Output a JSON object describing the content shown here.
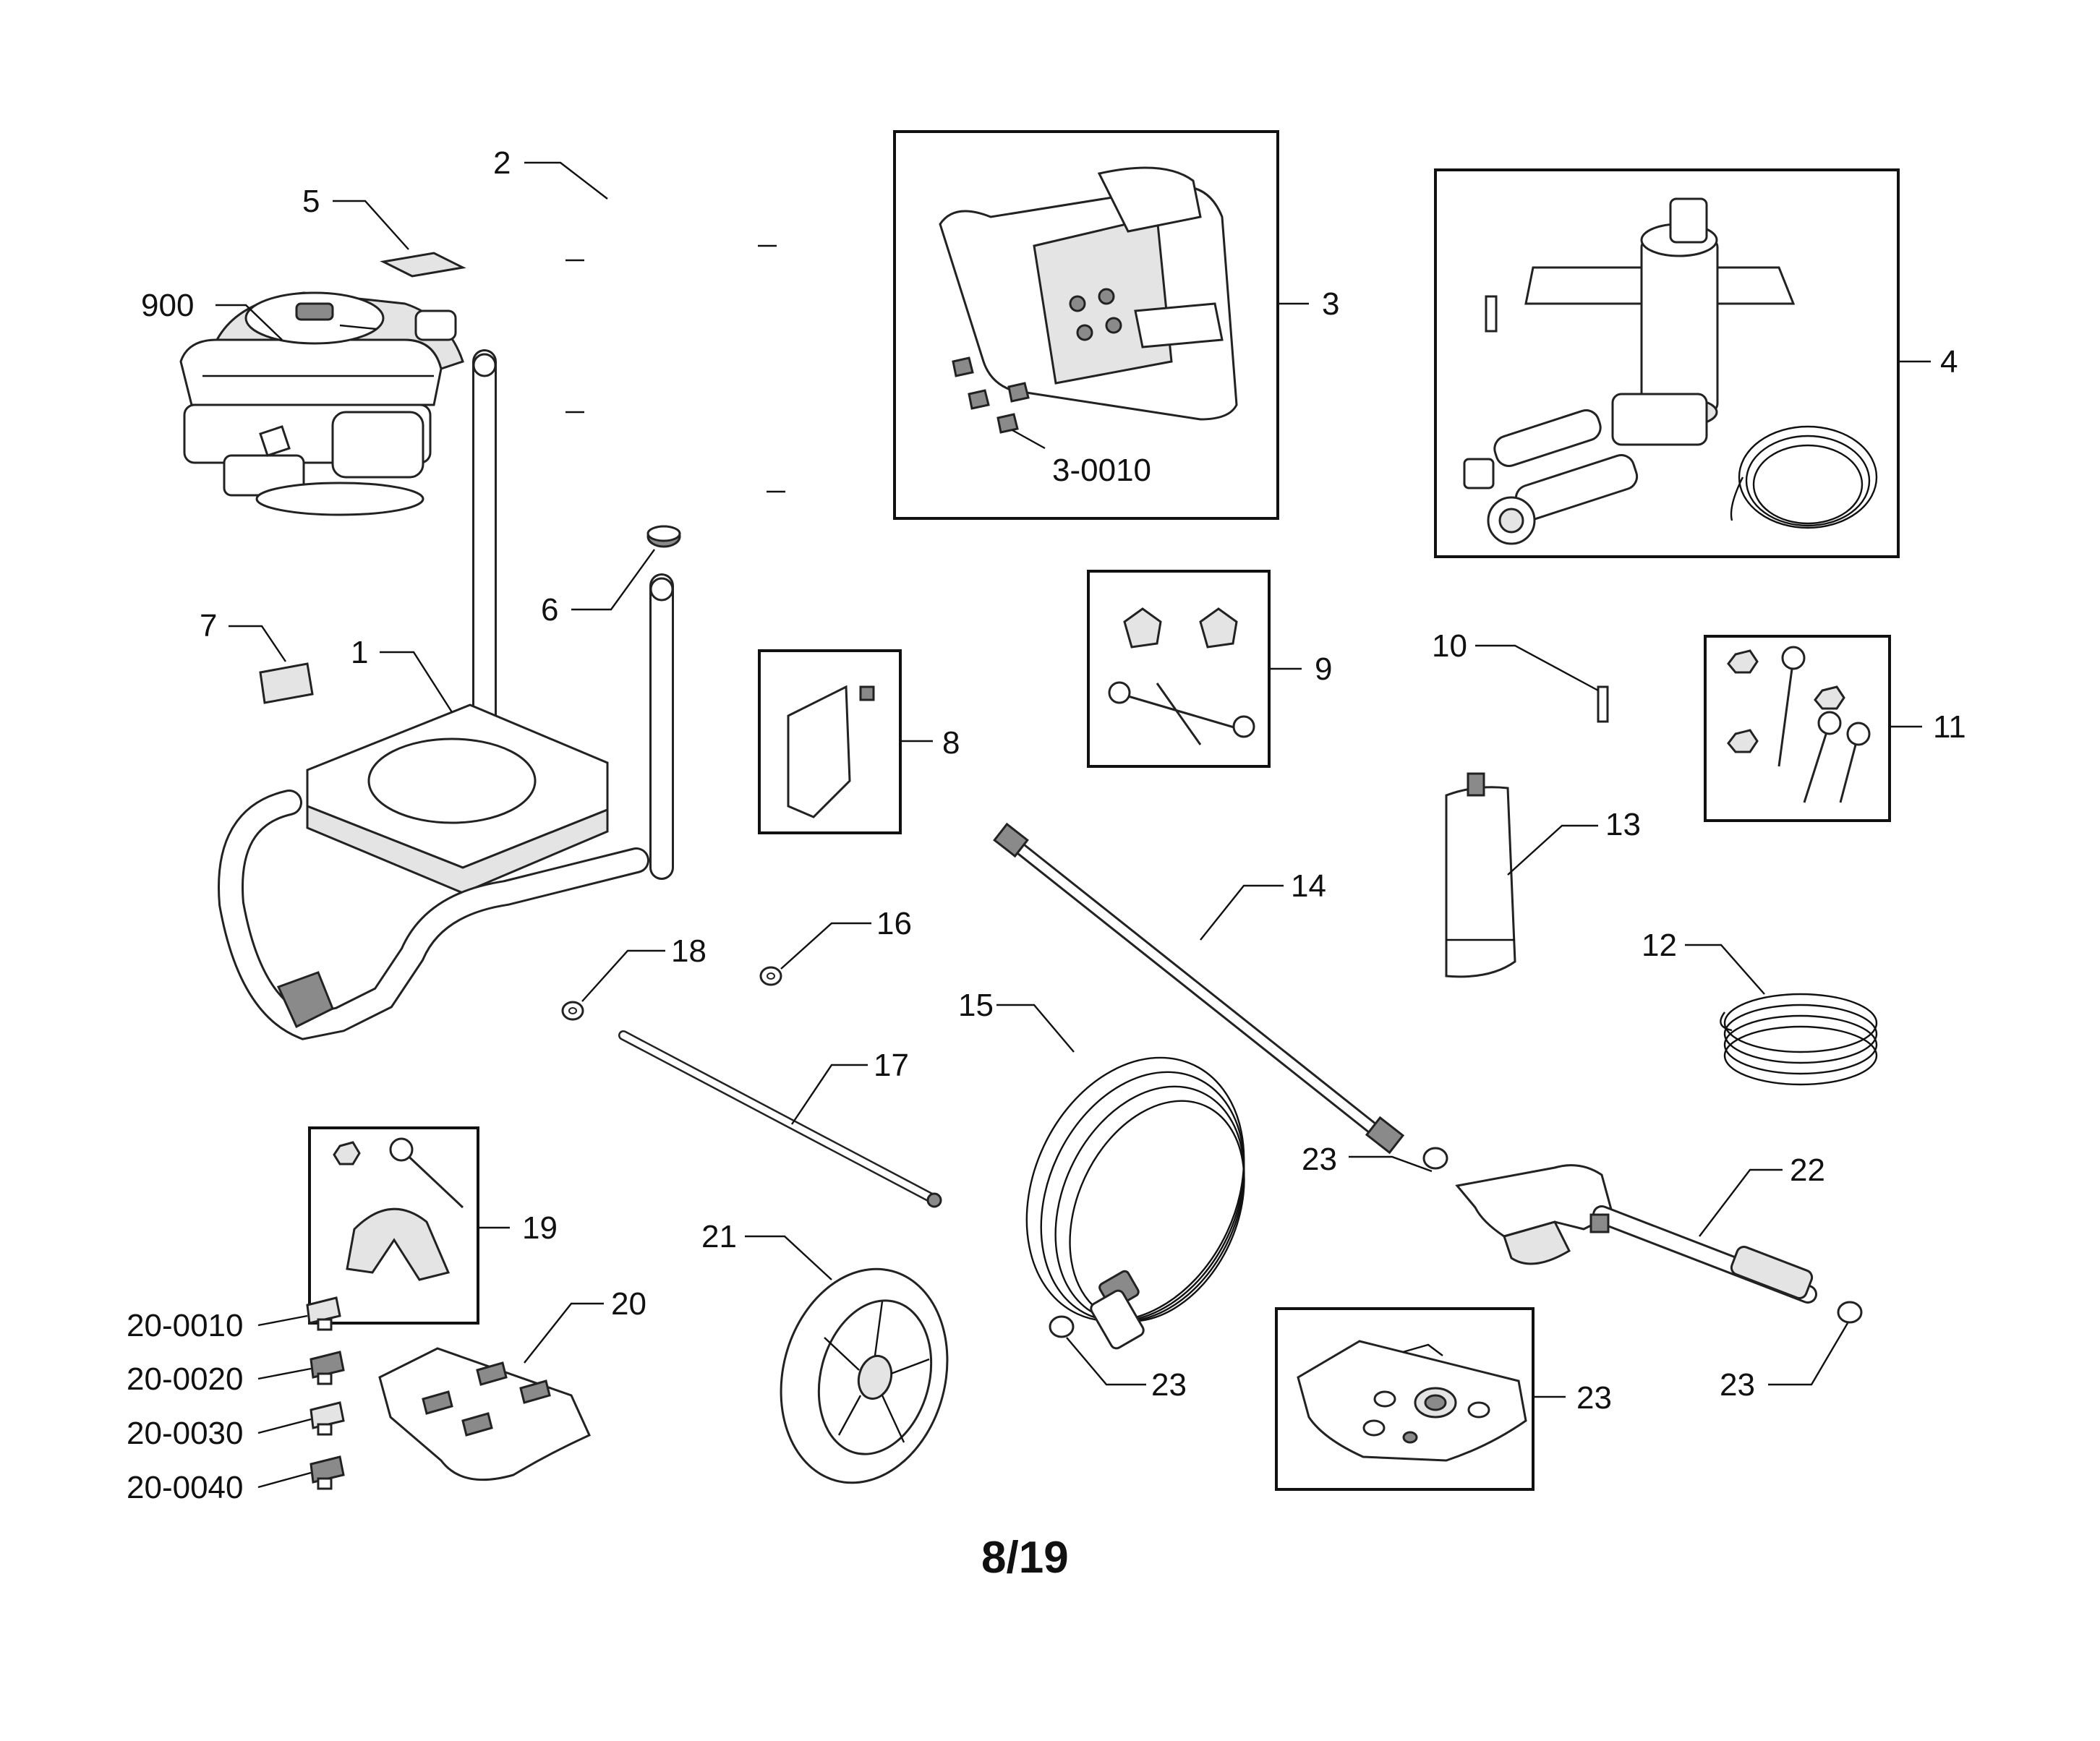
{
  "diagram": {
    "page_number": "8/19",
    "callouts": {
      "c900": "900",
      "c1": "1",
      "c2": "2",
      "c3": "3",
      "c3_0010": "3-0010",
      "c4": "4",
      "c5": "5",
      "c6": "6",
      "c7": "7",
      "c8": "8",
      "c9": "9",
      "c10": "10",
      "c11": "11",
      "c12": "12",
      "c13": "13",
      "c14": "14",
      "c15": "15",
      "c16": "16",
      "c17": "17",
      "c18": "18",
      "c19": "19",
      "c20": "20",
      "c20_0010": "20-0010",
      "c20_0020": "20-0020",
      "c20_0030": "20-0030",
      "c20_0040": "20-0040",
      "c21": "21",
      "c22": "22",
      "c23_wand": "23",
      "c23_hose": "23",
      "c23_kit": "23",
      "c23_gun": "23"
    }
  }
}
